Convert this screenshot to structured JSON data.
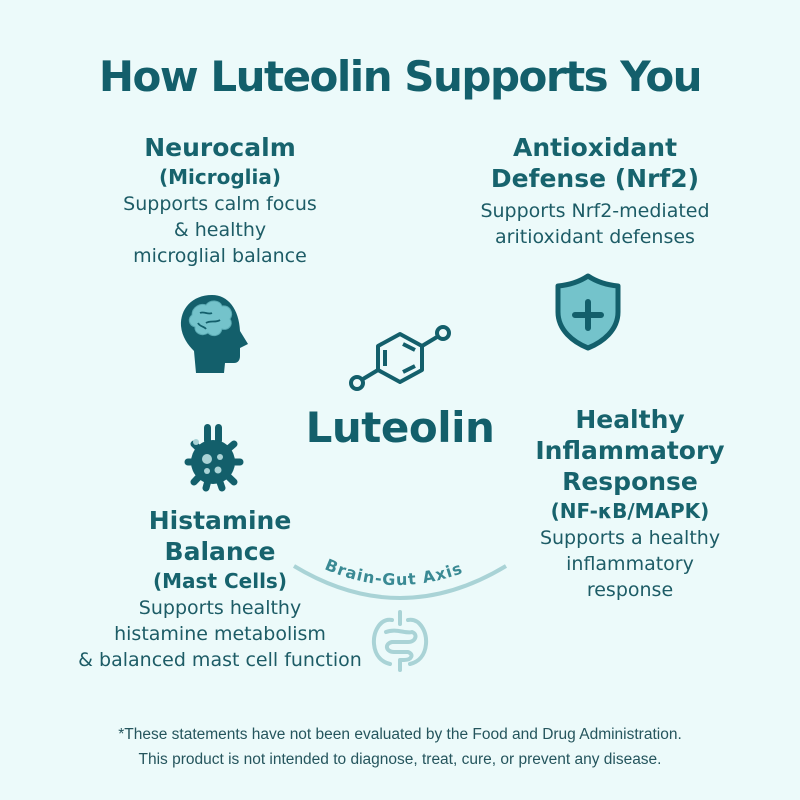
{
  "title": "How Luteolin Supports You",
  "center": {
    "label": "Luteolin",
    "icon": "molecule-benzene-ring-icon"
  },
  "benefits": {
    "neurocalm": {
      "title": "Neurocalm",
      "subtitle": "(Microglia)",
      "lines": [
        "Supports calm focus",
        "& healthy",
        "microglial balance"
      ],
      "icon": "brain-head-icon"
    },
    "antioxidant": {
      "title_lines": [
        "Antioxidant",
        "Defense (Nrf2)"
      ],
      "lines": [
        "Supports Nrf2-mediated",
        "aritioxidant defenses"
      ],
      "icon": "shield-plus-icon"
    },
    "histamine": {
      "title_lines": [
        "Histamine",
        "Balance"
      ],
      "subtitle": "(Mast Cells)",
      "lines": [
        "Supports healthy",
        "histamine metabolism",
        "& balanced mast cell function"
      ],
      "icon": "mast-cell-icon"
    },
    "inflammatory": {
      "title_lines": [
        "Healthy",
        "Inflammatory",
        "Response"
      ],
      "subtitle": "(NF-κB/MAPK)",
      "lines": [
        "Supports a healthy",
        "inflammatory",
        "response"
      ]
    }
  },
  "axis": {
    "label": "Brain-Gut Axis",
    "icon": "intestines-icon"
  },
  "disclaimer": {
    "line1": "*These statements have not been evaluated by the Food and Drug Administration.",
    "line2": "This product is not intended to diagnose, treat, cure, or prevent any disease."
  },
  "colors": {
    "background": "#ecfafa",
    "primary": "#135f6b",
    "accent_light": "#74c3cb",
    "axis_arc": "#a9d3d6"
  }
}
